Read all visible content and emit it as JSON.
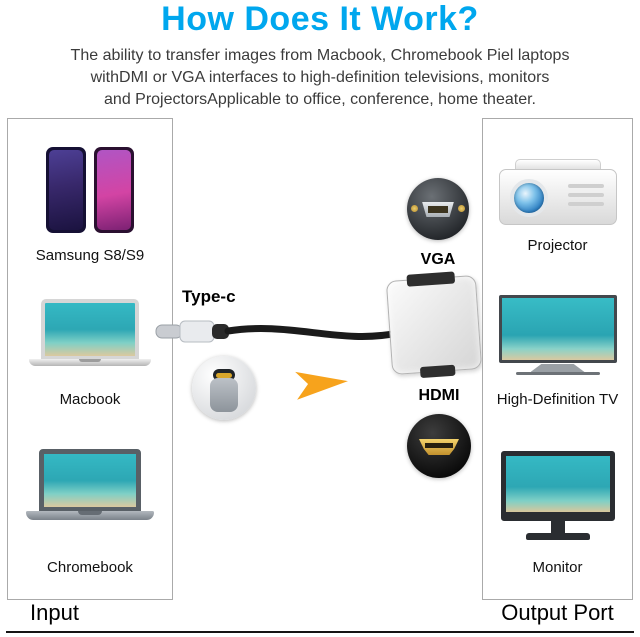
{
  "title": "How Does It Work?",
  "subtitle": {
    "line1": "The ability to transfer images from Macbook, Chromebook Piel laptops",
    "line2": "withDMI or VGA interfaces to high-definition televisions, monitors",
    "line3": "and ProjectorsApplicable to office, conference, home theater."
  },
  "input_panel": {
    "footer_label": "Input",
    "devices": [
      {
        "name": "samsung-phones",
        "label": "Samsung S8/S9"
      },
      {
        "name": "macbook",
        "label": "Macbook"
      },
      {
        "name": "chromebook",
        "label": "Chromebook"
      }
    ]
  },
  "adapter": {
    "connector_label": "Type-c",
    "vga_label": "VGA",
    "hdmi_label": "HDMI",
    "arrow_icon": "right-arrow"
  },
  "output_panel": {
    "footer_label": "Output Port",
    "devices": [
      {
        "name": "projector",
        "label": "Projector"
      },
      {
        "name": "high-definition-tv",
        "label": "High-Definition TV"
      },
      {
        "name": "monitor",
        "label": "Monitor"
      }
    ]
  },
  "colors": {
    "title": "#00a7ee",
    "body_text": "#3b3b3b",
    "arrow": "#f7a31c",
    "device_screen_teal": "#2fb0be",
    "panel_border": "#aaaaaa"
  }
}
